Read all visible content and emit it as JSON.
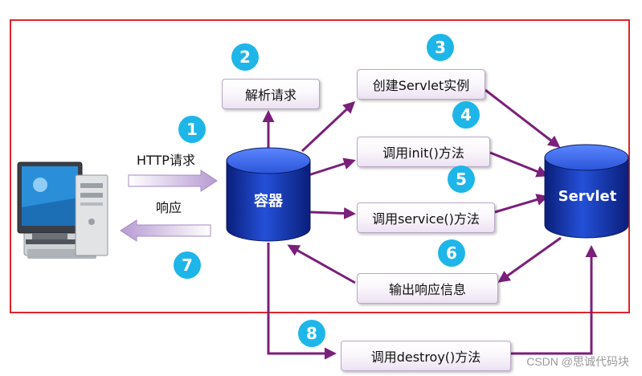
{
  "container_label": "容器",
  "servlet_label": "Servlet",
  "http_request_label": "HTTP请求",
  "response_label": "响应",
  "steps": {
    "parse": "解析请求",
    "create": "创建Servlet实例",
    "init": "调用init()方法",
    "service": "调用service()方法",
    "output": "输出响应信息",
    "destroy": "调用destroy()方法"
  },
  "badges": {
    "b1": "1",
    "b2": "2",
    "b3": "3",
    "b4": "4",
    "b5": "5",
    "b6": "6",
    "b7": "7",
    "b8": "8"
  },
  "watermark": "CSDN @思诚代码块",
  "colors": {
    "frame": "#e0242a",
    "arrow": "#7a1f7a",
    "badge": "#1eb6e8",
    "cylinder": "#1c3fc2"
  },
  "icons": {
    "client": "desktop-computer-icon"
  }
}
